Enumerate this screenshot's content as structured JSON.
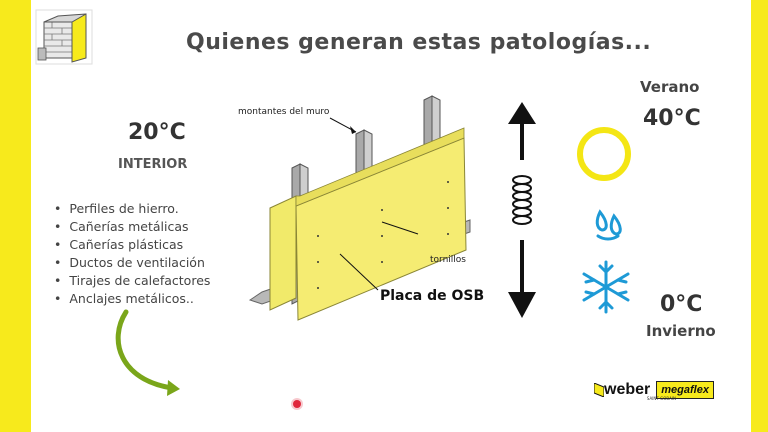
{
  "slide": {
    "title": "Quienes generan estas patologías...",
    "interior": {
      "temperature": "20°C",
      "label": "INTERIOR"
    },
    "sources": [
      "Perfiles de hierro.",
      "Cañerías metálicas",
      "Cañerías plásticas",
      "Ductos de ventilación",
      "Tirajes de calefactores",
      "Anclajes metálicos.."
    ],
    "diagram": {
      "callout_montantes": "montantes del muro",
      "callout_tornillos": "tornillos",
      "callout_placa": "Placa de OSB"
    },
    "summer": {
      "label": "Verano",
      "temperature": "40°C"
    },
    "winter": {
      "label": "Invierno",
      "temperature": "0°C"
    },
    "brands": {
      "weber": "weber",
      "weber_sub": "SAINT-GOBAIN",
      "megaflex": "megaflex"
    }
  },
  "colors": {
    "accent_yellow": "#f7ea1c",
    "cold_blue": "#1e9ad6",
    "arrow_green": "#7aa61a"
  },
  "icons": [
    "house-wall-icon",
    "sun-icon",
    "water-drops-icon",
    "snowflake-icon",
    "spring-icon",
    "arrow-up-icon",
    "arrow-down-icon",
    "curved-arrow-icon"
  ]
}
